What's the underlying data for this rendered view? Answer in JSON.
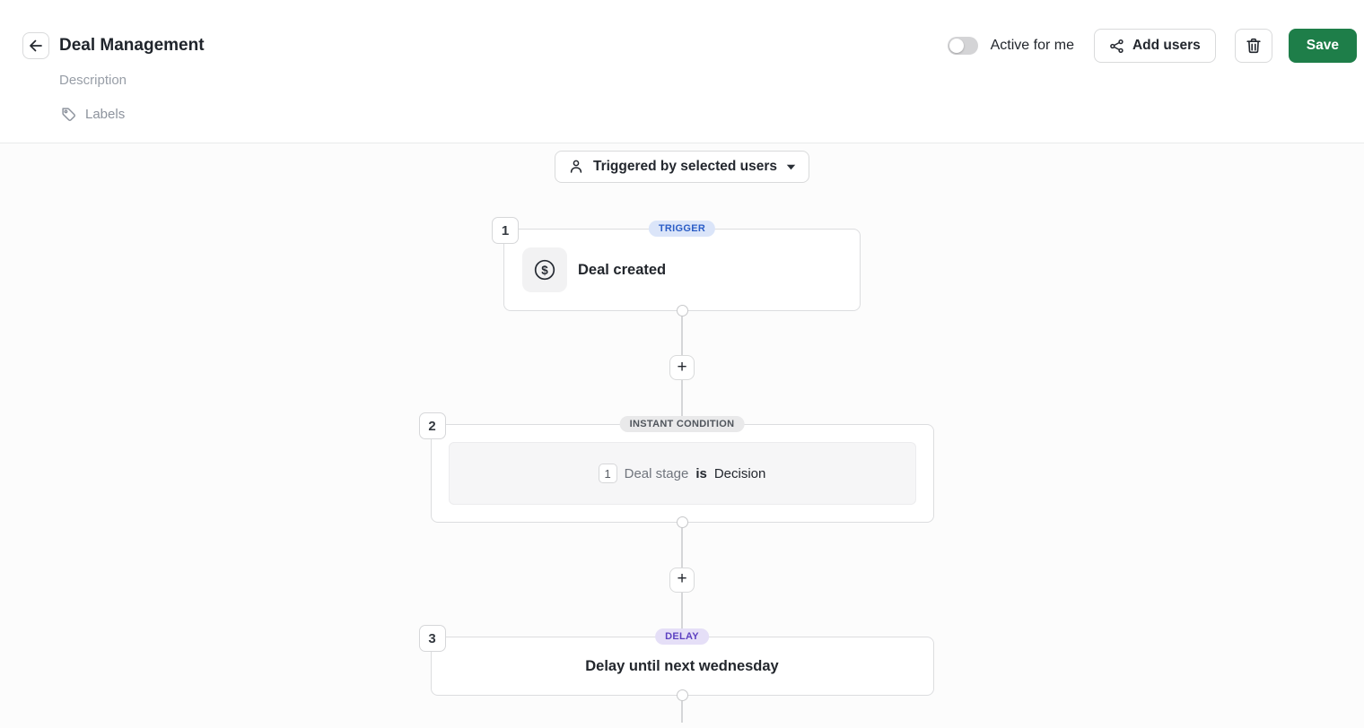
{
  "header": {
    "title": "Deal Management",
    "description_label": "Description",
    "labels_label": "Labels",
    "active_toggle_label": "Active for me",
    "active_toggle_state": "off",
    "add_users_label": "Add users",
    "save_label": "Save"
  },
  "trigger_selector": {
    "label": "Triggered by selected users"
  },
  "workflow": {
    "add_step_label": "+",
    "steps": [
      {
        "number": "1",
        "badge": "TRIGGER",
        "badge_bg": "#dbe5f9",
        "badge_color": "#2b5dc6",
        "icon": "dollar-circle-icon",
        "title": "Deal created"
      },
      {
        "number": "2",
        "badge": "INSTANT CONDITION",
        "badge_bg": "#e9e9ea",
        "badge_color": "#50555c",
        "condition": {
          "index": "1",
          "field": "Deal stage",
          "operator": "is",
          "value": "Decision"
        }
      },
      {
        "number": "3",
        "badge": "DELAY",
        "badge_bg": "#e5dff7",
        "badge_color": "#5d41c1",
        "title": "Delay until next wednesday"
      }
    ]
  },
  "colors": {
    "save_green": "#1e7e49",
    "border_gray": "#d9dadb",
    "canvas_bg": "#fcfcfc",
    "trigger_badge_bg": "#dbe5f9",
    "trigger_badge_text": "#2b5dc6",
    "condition_badge_bg": "#e9e9ea",
    "condition_badge_text": "#50555c",
    "delay_badge_bg": "#e5dff7",
    "delay_badge_text": "#5d41c1"
  }
}
